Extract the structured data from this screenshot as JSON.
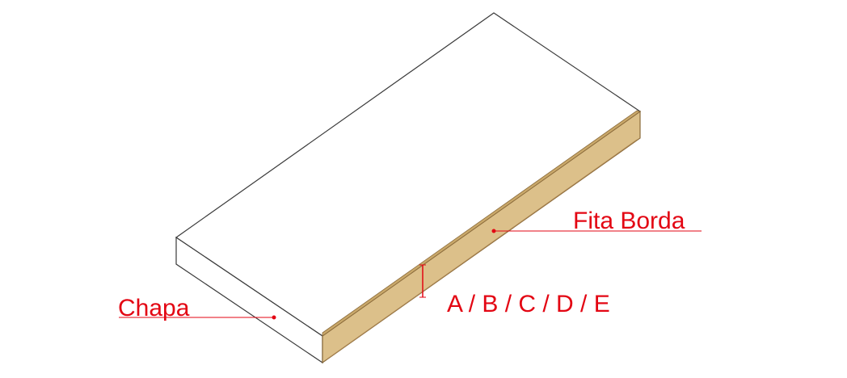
{
  "labels": {
    "chapa": "Chapa",
    "fita_borda": "Fita Borda",
    "dimensions": "A / B / C / D / E"
  },
  "colors": {
    "annotation": "#e30613",
    "edge_band_fill": "#dcc08a",
    "edge_band_stroke": "#8a6a3a",
    "board_fill": "#ffffff",
    "board_stroke": "#3a3a3a"
  }
}
